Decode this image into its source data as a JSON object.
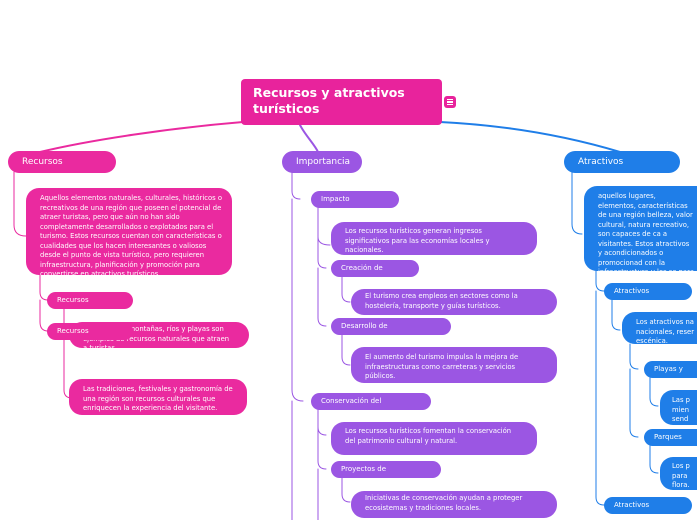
{
  "root": {
    "title": "Recursos y atractivos turísticos"
  },
  "colors": {
    "root": "#e8239c",
    "recursos": "#ea2a9f",
    "importancia": "#9b56e3",
    "atractivos": "#1f7ee8"
  },
  "recursos": {
    "label": "Recursos turísticos",
    "description": "Aquellos elementos naturales, culturales, históricos o recreativos de una región que poseen el potencial de atraer turistas, pero que aún no han sido completamente desarrollados o explotados para el turismo. Estos recursos cuentan con características o cualidades que los hacen interesantes o valiosos desde el punto de vista turístico, pero requieren infraestructura, planificación y promoción para convertirse en atractivos turísticos.",
    "naturales": {
      "label": "Recursos naturales",
      "text": "Los paisajes, montañas, ríos y playas son ejemplos de recursos naturales que atraen a turistas."
    },
    "culturales": {
      "label": "Recursos culturales",
      "text": "Las tradiciones, festivales y gastronomía de una región son recursos culturales que enriquecen la experiencia del visitante."
    }
  },
  "importancia": {
    "label": "Importancia",
    "impacto": {
      "label": "Impacto económico",
      "text": "Los recursos turísticos generan ingresos significativos para las economías locales y nacionales."
    },
    "empleo": {
      "label": "Creación de Empleo",
      "text": "El turismo crea empleos en sectores como la hostelería, transporte y guías turísticos."
    },
    "infraestructura": {
      "label": "Desarrollo de Infraestructura",
      "text": "El aumento del turismo impulsa la mejora de infraestructuras como carreteras y servicios públicos."
    },
    "conservacion": {
      "label": "Conservación del Patrimonio",
      "text": "Los recursos turísticos fomentan la conservación del patrimonio cultural y natural."
    },
    "proyectos": {
      "label": "Proyectos de Conservación",
      "text": "Iniciativas de conservación ayudan a proteger ecosistemas y tradiciones locales."
    }
  },
  "atractivos": {
    "label": "Atractivos turísticos",
    "description": "aquellos lugares, elementos, características de una región belleza, valor cultural, natura recreativo, son capaces de ca a visitantes. Estos atractivos y acondicionados o promocionad con la infraestructura y los se para recibir y facilitar la expe",
    "naturales": {
      "label": "Atractivos naturales",
      "text": "Los atractivos na nacionales, reser escénica."
    },
    "playas": {
      "label": "Playas y Mon",
      "text": "Las p mien send"
    },
    "parques": {
      "label": "Parques Nac",
      "text": "Los p para flora."
    },
    "culturales": {
      "label": "Atractivos culturales"
    }
  }
}
